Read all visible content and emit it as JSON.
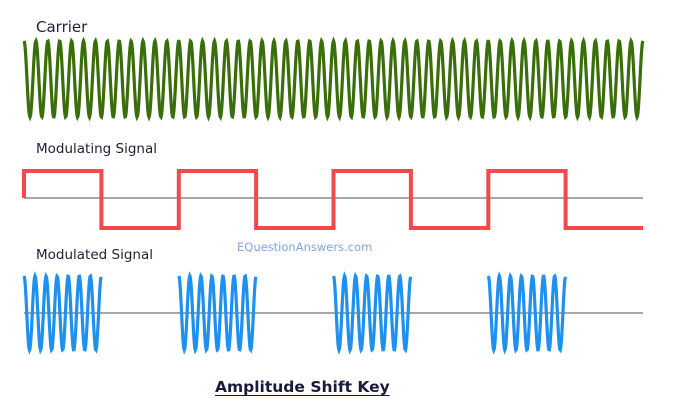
{
  "title": "Amplitude Shift Key",
  "watermark": "EQuestionAnswers.com",
  "colors": {
    "carrier": "#3a6e0a",
    "modulating": "#f24a4a",
    "modulated": "#1e90f0",
    "axis": "#8a8a8a"
  },
  "panels": {
    "carrier": {
      "label": "Carrier",
      "cycles": 52
    },
    "modulating": {
      "label": "Modulating Signal",
      "bits": [
        1,
        0,
        1,
        0,
        1,
        0,
        1,
        0
      ]
    },
    "modulated": {
      "label": "Modulated Signal",
      "cycles_per_bit": 7
    }
  }
}
